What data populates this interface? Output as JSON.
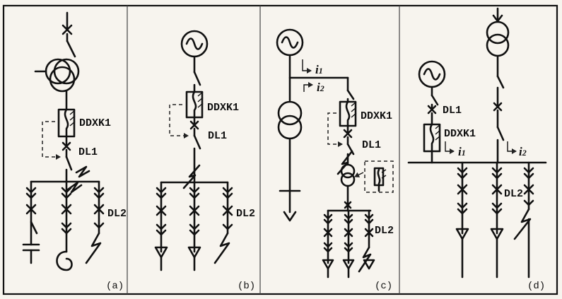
{
  "panels": [
    {
      "caption": "(a)",
      "labels": {
        "ddxk": "DDXK1",
        "dl1": "DL1",
        "dl2": "DL2"
      }
    },
    {
      "caption": "(b)",
      "labels": {
        "ddxk": "DDXK1",
        "dl1": "DL1",
        "dl2": "DL2"
      }
    },
    {
      "caption": "(c)",
      "labels": {
        "ddxk": "DDXK1",
        "dl1": "DL1",
        "dl2": "DL2",
        "i1": "i",
        "i1_sub": "1",
        "i2": "i",
        "i2_sub": "2"
      }
    },
    {
      "caption": "(d)",
      "labels": {
        "ddxk": "DDXK1",
        "dl1": "DL1",
        "dl2": "DL2",
        "i1": "i",
        "i1_sub": "1",
        "i2": "i",
        "i2_sub": "2"
      }
    }
  ],
  "colors": {
    "line": "#111111",
    "background": "#f7f4ee"
  }
}
